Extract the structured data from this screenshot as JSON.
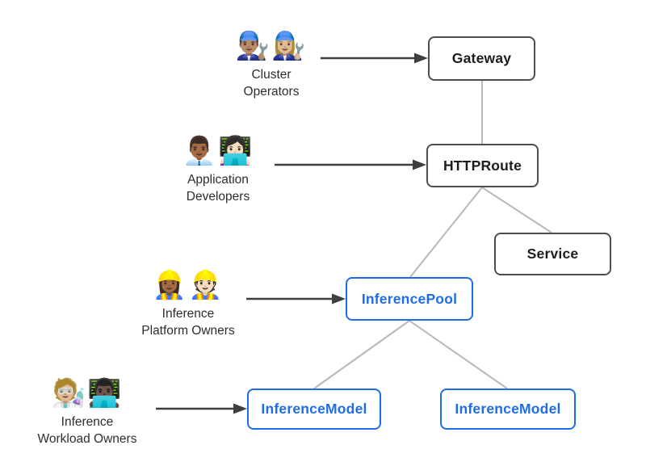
{
  "diagram": {
    "colors": {
      "canvas_bg": "#ffffff",
      "node_border_default": "#4d4d4d",
      "node_text_default": "#1c1c1c",
      "node_accent": "#1f6ce8",
      "connector_gray": "#b8b8b8",
      "arrow_dark": "#3f3f3f",
      "actor_label": "#2d2d2d"
    },
    "actors": [
      {
        "id": "cluster-operators",
        "emojis": "👨🏽‍🔧👩🏼‍🔧",
        "label_line1": "Cluster",
        "label_line2": "Operators"
      },
      {
        "id": "application-developers",
        "emojis": "👨🏾‍💼👩🏻‍💻",
        "label_line1": "Application",
        "label_line2": "Developers"
      },
      {
        "id": "inference-platform-owners",
        "emojis": "👷🏾‍♀️👷🏻",
        "label_line1": "Inference",
        "label_line2": "Platform Owners"
      },
      {
        "id": "inference-workload-owners",
        "emojis": "🧑🏼‍🔬👨🏿‍💻",
        "label_line1": "Inference",
        "label_line2": "Workload Owners"
      }
    ],
    "nodes": [
      {
        "id": "gateway",
        "label": "Gateway",
        "style": "default"
      },
      {
        "id": "httproute",
        "label": "HTTPRoute",
        "style": "default"
      },
      {
        "id": "service",
        "label": "Service",
        "style": "default"
      },
      {
        "id": "inferencepool",
        "label": "InferencePool",
        "style": "accent"
      },
      {
        "id": "inferencemodel-left",
        "label": "InferenceModel",
        "style": "accent"
      },
      {
        "id": "inferencemodel-right",
        "label": "InferenceModel",
        "style": "accent"
      }
    ]
  }
}
